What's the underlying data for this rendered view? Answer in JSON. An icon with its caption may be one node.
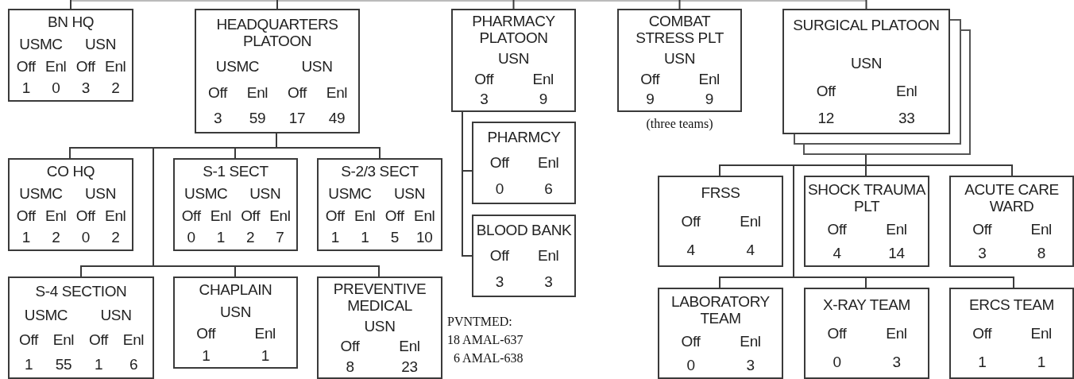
{
  "diagram": {
    "nodes": [
      {
        "text": [
          "BN HQ",
          "USMC",
          "USN",
          "Off",
          "Enl",
          "Off",
          "Enl",
          "1",
          "0",
          "3",
          "2"
        ]
      },
      {
        "text": [
          "HEADQUARTERS PLATOON",
          "USMC",
          "USN",
          "Off",
          "Enl",
          "Off",
          "Enl",
          "3",
          "59",
          "17",
          "49"
        ]
      },
      {
        "text": [
          "PHARMACY PLATOON",
          "USN",
          "Off",
          "Enl",
          "3",
          "9"
        ]
      },
      {
        "text": [
          "COMBAT STRESS PLT",
          "USN",
          "Off",
          "Enl",
          "9",
          "9"
        ],
        "beside": [
          "(three teams)"
        ]
      },
      {
        "text": [
          "SURGICAL PLATOON",
          "USN",
          "Off",
          "Enl",
          "12",
          "33"
        ]
      },
      {
        "text": [
          "CO HQ",
          "USMC",
          "USN",
          "Off",
          "Enl",
          "Off",
          "Enl",
          "1",
          "2",
          "0",
          "2"
        ]
      },
      {
        "text": [
          "S-1 SECT",
          "USMC",
          "USN",
          "Off",
          "Enl",
          "Off",
          "Enl",
          "0",
          "1",
          "2",
          "7"
        ]
      },
      {
        "text": [
          "S-2/3 SECT",
          "USMC",
          "USN",
          "Off",
          "Enl",
          "Off",
          "Enl",
          "1",
          "1",
          "5",
          "10"
        ]
      },
      {
        "text": [
          "PHARMCY",
          "Off",
          "Enl",
          "0",
          "6"
        ]
      },
      {
        "text": [
          "BLOOD BANK",
          "Off",
          "Enl",
          "3",
          "3"
        ]
      },
      {
        "text": [
          "FRSS",
          "Off",
          "Enl",
          "4",
          "4"
        ]
      },
      {
        "text": [
          "SHOCK TRAUMA PLT",
          "Off",
          "Enl",
          "4",
          "14"
        ]
      },
      {
        "text": [
          "ACUTE CARE WARD",
          "Off",
          "Enl",
          "3",
          "8"
        ]
      },
      {
        "text": [
          "S-4 SECTION",
          "USMC",
          "USN",
          "Off",
          "Enl",
          "Off",
          "Enl",
          "1",
          "55",
          "1",
          "6"
        ]
      },
      {
        "text": [
          "CHAPLAIN",
          "USN",
          "Off",
          "Enl",
          "1",
          "1"
        ]
      },
      {
        "text": [
          "PREVENTIVE MEDICAL",
          "USN",
          "Off",
          "Enl",
          "8",
          "23"
        ]
      },
      {
        "text": [
          "LABORATORY TEAM",
          "Off",
          "Enl",
          "0",
          "3"
        ]
      },
      {
        "text": [
          "X-RAY TEAM",
          "Off",
          "Enl",
          "0",
          "3"
        ]
      },
      {
        "text": [
          "ERCS TEAM",
          "Off",
          "Enl",
          "1",
          "1"
        ]
      }
    ],
    "edges": [
      {
        "from": null,
        "to": 0,
        "arrow": "none"
      },
      {
        "from": null,
        "to": 1,
        "arrow": "none"
      },
      {
        "from": null,
        "to": 2,
        "arrow": "none"
      },
      {
        "from": null,
        "to": 3,
        "arrow": "none"
      },
      {
        "from": null,
        "to": 4,
        "arrow": "none"
      },
      {
        "from": 1,
        "to": 5,
        "arrow": "none"
      },
      {
        "from": 1,
        "to": 6,
        "arrow": "none"
      },
      {
        "from": 1,
        "to": 7,
        "arrow": "none"
      },
      {
        "from": 1,
        "to": 13,
        "arrow": "none"
      },
      {
        "from": 1,
        "to": 14,
        "arrow": "none"
      },
      {
        "from": 1,
        "to": 15,
        "arrow": "none"
      },
      {
        "from": 2,
        "to": 8,
        "arrow": "none"
      },
      {
        "from": 2,
        "to": 9,
        "arrow": "none"
      },
      {
        "from": 4,
        "to": 10,
        "arrow": "none"
      },
      {
        "from": 4,
        "to": 11,
        "arrow": "none"
      },
      {
        "from": 4,
        "to": 12,
        "arrow": "none"
      },
      {
        "from": 4,
        "to": 16,
        "arrow": "none"
      },
      {
        "from": 4,
        "to": 17,
        "arrow": "none"
      },
      {
        "from": 4,
        "to": 18,
        "arrow": "none"
      }
    ],
    "labels": [
      "PVNTMED:",
      "18 AMAL-637",
      "6 AMAL-638"
    ]
  }
}
